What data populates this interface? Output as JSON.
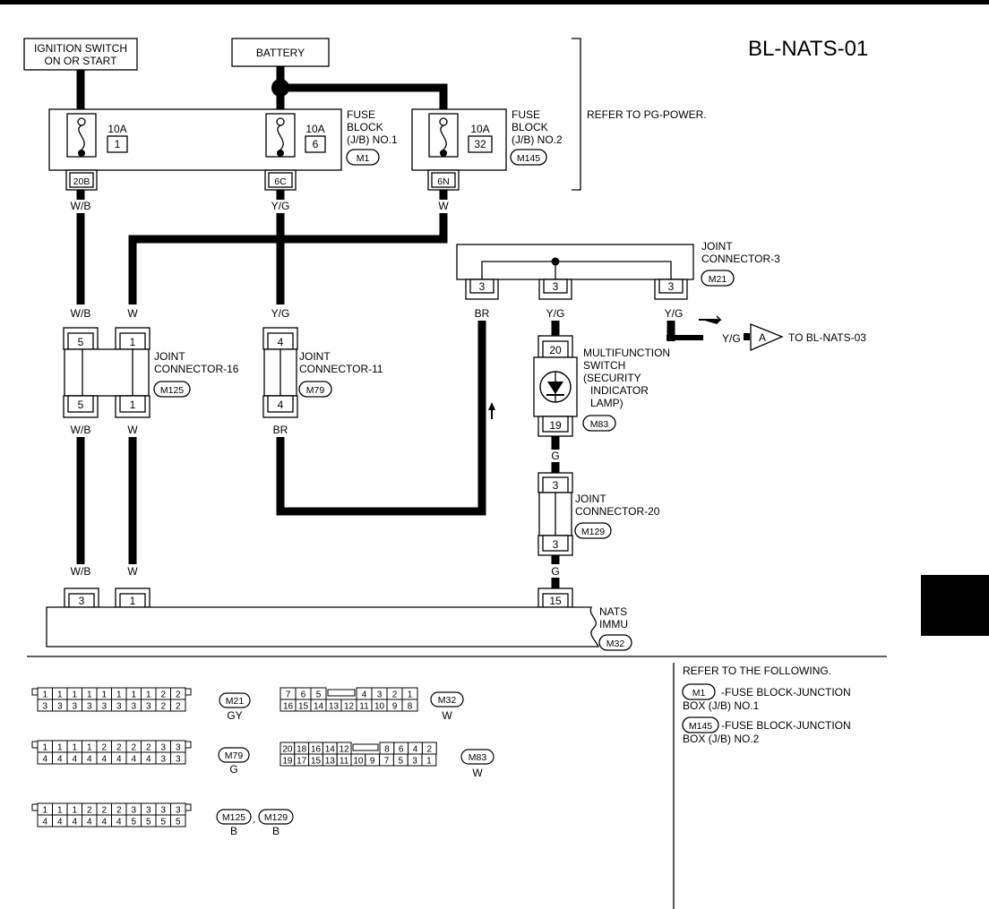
{
  "title": "BL-NATS-01",
  "power": {
    "ignition": [
      "IGNITION SWITCH",
      "ON OR START"
    ],
    "battery": "BATTERY",
    "refer_pg": "REFER TO PG-POWER."
  },
  "fuses": {
    "f1": {
      "amp": "10A",
      "num": "1",
      "conn": "20B"
    },
    "f6": {
      "amp": "10A",
      "num": "6",
      "conn": "6C"
    },
    "f32": {
      "amp": "10A",
      "num": "32",
      "conn": "6N"
    },
    "fb1": {
      "lines": [
        "FUSE",
        "BLOCK",
        "(J/B) NO.1"
      ],
      "conn": "M1"
    },
    "fb2": {
      "lines": [
        "FUSE",
        "BLOCK",
        "(J/B) NO.2"
      ],
      "conn": "M145"
    }
  },
  "wires": {
    "wb": "W/B",
    "w": "W",
    "yg": "Y/G",
    "br": "BR",
    "g": "G"
  },
  "joint3": {
    "lines": [
      "JOINT",
      "CONNECTOR-3"
    ],
    "conn": "M21",
    "pin": "3"
  },
  "joint16": {
    "lines": [
      "JOINT",
      "CONNECTOR-16"
    ],
    "conn": "M125",
    "pin_a": "5",
    "pin_b": "1"
  },
  "joint11": {
    "lines": [
      "JOINT",
      "CONNECTOR-11"
    ],
    "conn": "M79",
    "pin": "4"
  },
  "joint20": {
    "lines": [
      "JOINT",
      "CONNECTOR-20"
    ],
    "conn": "M129",
    "pin": "3"
  },
  "multi": {
    "lines": [
      "MULTIFUNCTION",
      "SWITCH",
      "(SECURITY",
      "INDICATOR",
      "LAMP)"
    ],
    "conn": "M83",
    "pin_top": "20",
    "pin_bot": "19"
  },
  "to_ref": {
    "wire": "Y/G",
    "letter": "A",
    "text": "TO BL-NATS-03"
  },
  "nats": {
    "lines": [
      "NATS",
      "IMMU"
    ],
    "conn": "M32",
    "pins": [
      "3",
      "1",
      "15"
    ]
  },
  "refer_following": {
    "title": "REFER TO THE FOLLOWING.",
    "items": [
      {
        "conn": "M1",
        "text": [
          "-FUSE BLOCK-JUNCTION",
          "BOX (J/B) NO.1"
        ]
      },
      {
        "conn": "M145",
        "text": [
          "-FUSE BLOCK-JUNCTION",
          "BOX (J/B) NO.2"
        ]
      }
    ]
  },
  "connectors": {
    "m21": {
      "top": [
        "1",
        "1",
        "1",
        "1",
        "1",
        "1",
        "1",
        "1",
        "2",
        "2"
      ],
      "bot": [
        "3",
        "3",
        "3",
        "3",
        "3",
        "3",
        "3",
        "3",
        "2",
        "2"
      ],
      "label": "M21",
      "color": "GY"
    },
    "m79": {
      "top": [
        "1",
        "1",
        "1",
        "1",
        "2",
        "2",
        "2",
        "2",
        "3",
        "3"
      ],
      "bot": [
        "4",
        "4",
        "4",
        "4",
        "4",
        "4",
        "4",
        "4",
        "3",
        "3"
      ],
      "label": "M79",
      "color": "G"
    },
    "m125": {
      "top": [
        "1",
        "1",
        "1",
        "2",
        "2",
        "2",
        "3",
        "3",
        "3",
        "3"
      ],
      "bot": [
        "4",
        "4",
        "4",
        "4",
        "4",
        "4",
        "5",
        "5",
        "5",
        "5"
      ],
      "label": "M125",
      "label2": "M129",
      "sep": ",",
      "color": "B",
      "color2": "B"
    },
    "m32": {
      "top_l": [
        "7",
        "6",
        "5"
      ],
      "top_r": [
        "4",
        "3",
        "2",
        "1"
      ],
      "bot": [
        "16",
        "15",
        "14",
        "13",
        "12",
        "11",
        "10",
        "9",
        "8"
      ],
      "label": "M32",
      "color": "W"
    },
    "m83": {
      "top_l": [
        "20",
        "18",
        "16",
        "14",
        "12"
      ],
      "top_r": [
        "8",
        "6",
        "4",
        "2"
      ],
      "bot": [
        "19",
        "17",
        "15",
        "13",
        "11",
        "10",
        "9",
        "7",
        "5",
        "3",
        "1"
      ],
      "label": "M83",
      "color": "W"
    }
  }
}
